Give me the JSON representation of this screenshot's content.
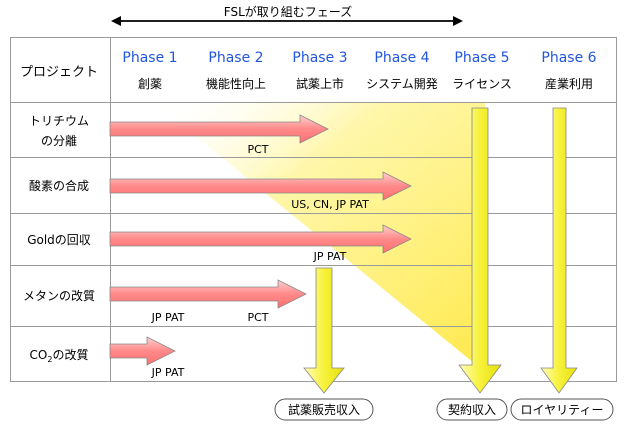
{
  "scope_label": "FSLが取り組むフェーズ",
  "project_header": "プロジェクト",
  "phases": [
    {
      "name": "Phase 1",
      "desc": "創薬"
    },
    {
      "name": "Phase 2",
      "desc": "機能性向上"
    },
    {
      "name": "Phase 3",
      "desc": "試薬上市"
    },
    {
      "name": "Phase 4",
      "desc": "システム開発"
    },
    {
      "name": "Phase 5",
      "desc": "ライセンス"
    },
    {
      "name": "Phase 6",
      "desc": "産業利用"
    }
  ],
  "projects": [
    {
      "lines": [
        "トリチウム",
        "の分離"
      ],
      "annotations": [
        "PCT"
      ]
    },
    {
      "lines": [
        "酸素の合成"
      ],
      "annotations": [
        "US, CN,  JP PAT"
      ]
    },
    {
      "lines": [
        "Goldの回収"
      ],
      "annotations": [
        "JP PAT"
      ]
    },
    {
      "lines": [
        "メタンの改質"
      ],
      "annotations": [
        "JP PAT",
        "PCT"
      ]
    },
    {
      "lines": [
        "CO",
        "2",
        "の改質"
      ],
      "annotations": [
        "JP PAT"
      ]
    }
  ],
  "revenue": [
    "試薬販売収入",
    "契約収入",
    "ロイヤリティー"
  ],
  "colors": {
    "phase_text": "#2255dd",
    "arrow_pink": "#ff8a8a",
    "arrow_yellow": "#f7f23a",
    "grid": "#9a9a9a",
    "glow": "#fff27a"
  }
}
